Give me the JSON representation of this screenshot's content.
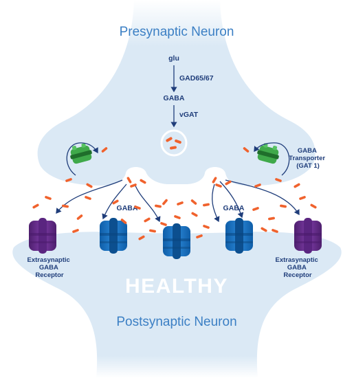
{
  "labels": {
    "presynaptic": "Presynaptic Neuron",
    "postsynaptic": "Postsynaptic Neuron",
    "glu": "glu",
    "gad": "GAD65/67",
    "gaba_top": "GABA",
    "vgat": "vGAT",
    "gaba_left": "GABA",
    "gaba_right": "GABA",
    "transporter": [
      "GABA",
      "Transporter",
      "(GAT 1)"
    ],
    "extra_left": [
      "Extrasynaptic",
      "GABA",
      "Receptor"
    ],
    "extra_right": [
      "Extrasynaptic",
      "GABA",
      "Receptor"
    ],
    "status": "HEALTHY"
  },
  "colors": {
    "neuron_fill": "#dbe9f5",
    "title_blue": "#3b7fc4",
    "label_navy": "#1f3d7a",
    "gaba_molecule": "#f0622d",
    "receptor_blue": "#1a73c7",
    "receptor_purple": "#6a2f8f",
    "transporter_green": "#3fa94a",
    "arrow": "#1f3d7a"
  }
}
